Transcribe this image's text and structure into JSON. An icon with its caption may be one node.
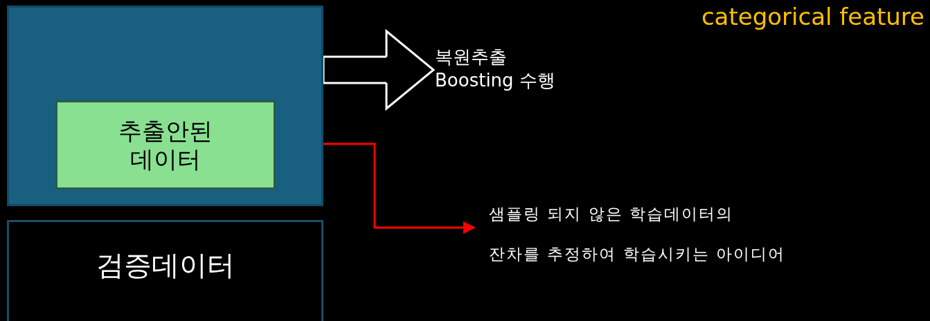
{
  "diagram": {
    "nodes": [
      {
        "text": [],
        "shape": "box"
      },
      {
        "text": [
          "추출안된 데이터"
        ],
        "in": 0
      },
      {
        "text": [
          "검증데이터"
        ]
      },
      {
        "text": [
          "복원추출 Boosting 수행"
        ]
      },
      {
        "text": [
          "샘플링 되지 않은 학습데이터의 잔차를 추정하여 학습시키는 아이디어"
        ]
      }
    ],
    "edges": [
      {
        "from": 0,
        "to": 3,
        "arrow": "to"
      },
      {
        "from": 1,
        "to": 4,
        "arrow": "to",
        "color": "#ff0000"
      }
    ],
    "labels": [
      "categorical feature"
    ]
  }
}
